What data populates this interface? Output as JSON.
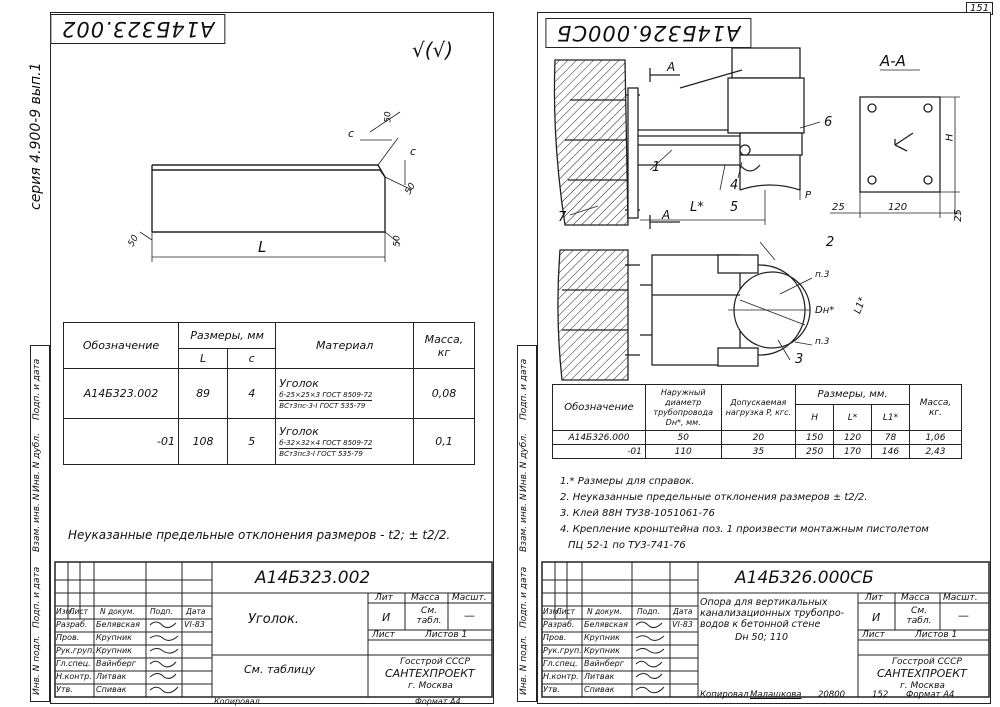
{
  "page_number": "151",
  "left": {
    "stamp_code": "А14Б323.002",
    "series_label": "серия 4.900-9 вып.1",
    "dims": {
      "c": "c",
      "L": "L",
      "fifty": "50"
    },
    "roughness": "√(√)",
    "table": {
      "headers": {
        "designation": "Обозначение",
        "sizes": "Размеры, мм",
        "L": "L",
        "c": "c",
        "material": "Материал",
        "mass": "Масса, кг"
      },
      "rows": [
        {
          "designation": "А14Б323.002",
          "L": "89",
          "c": "4",
          "mat_name": "Уголок",
          "mat_top": "б-25×25×3 ГОСТ 8509-72",
          "mat_bottom": "ВСт3пс-3-I ГОСТ 535-79",
          "mass": "0,08"
        },
        {
          "designation": "-01",
          "L": "108",
          "c": "5",
          "mat_name": "Уголок",
          "mat_top": "б-32×32×4 ГОСТ 8509-72",
          "mat_bottom": "ВСт3пс3-I ГОСТ 535-79",
          "mass": "0,1"
        }
      ]
    },
    "note": "Неуказанные предельные отклонения размеров - t2; ± t2/2.",
    "side_labels": [
      "Инв. N подл.",
      "Подп. и дата",
      "Взам. инв. N",
      "Инв. N дубл.",
      "Подп. и дата"
    ],
    "title_block": {
      "code": "А14Б323.002",
      "name": "Уголок.",
      "see_table": "См. таблицу",
      "lit": "Лит",
      "mass_h": "Масса",
      "scale_h": "Масшт.",
      "lit_val": "И",
      "mass_val": "См. табл.",
      "scale_val": "—",
      "sheet": "Лист",
      "sheets": "Листов 1",
      "org1": "Госстрой СССР",
      "org2": "САНТЕХПРОЕКТ",
      "org3": "г. Москва",
      "cols": [
        "Изм.",
        "Лист",
        "N докум.",
        "Подп.",
        "Дата"
      ],
      "roles": [
        {
          "role": "Разраб.",
          "name": "Белявская",
          "date": "VI-83"
        },
        {
          "role": "Пров.",
          "name": "Крупник",
          "date": ""
        },
        {
          "role": "Рук.груп.",
          "name": "Крупник",
          "date": ""
        },
        {
          "role": "Гл.спец.",
          "name": "Вайнберг",
          "date": ""
        },
        {
          "role": "Н.контр.",
          "name": "Литвак",
          "date": ""
        },
        {
          "role": "Утв.",
          "name": "Спивак",
          "date": ""
        }
      ],
      "copied": "Копировал",
      "format": "Формат А4"
    }
  },
  "right": {
    "stamp_code": "А14Б326.000СБ",
    "section": "А-А",
    "labels": {
      "A": "A",
      "L": "L*",
      "H": "H",
      "Dn": "Dн*",
      "L1": "L1*",
      "P": "P",
      "p3a": "п.3",
      "p3b": "п.3"
    },
    "callouts": [
      "1",
      "2",
      "3",
      "4",
      "5",
      "6",
      "7"
    ],
    "dims": {
      "d25a": "25",
      "d120": "120",
      "d25b": "25"
    },
    "table": {
      "headers": {
        "designation": "Обозначение",
        "diameter": "Наружный диаметр трубопровода Dн*, мм.",
        "load": "Допускаемая нагрузка P, кгс.",
        "sizes": "Размеры, мм.",
        "H": "H",
        "L": "L*",
        "L1": "L1*",
        "mass": "Масса, кг."
      },
      "rows": [
        {
          "designation": "А14Б326.000",
          "diameter": "50",
          "load": "20",
          "H": "150",
          "L": "120",
          "L1": "78",
          "mass": "1,06"
        },
        {
          "designation": "-01",
          "diameter": "110",
          "load": "35",
          "H": "250",
          "L": "170",
          "L1": "146",
          "mass": "2,43"
        }
      ]
    },
    "notes": [
      "1.* Размеры для справок.",
      "2. Неуказанные предельные отклонения размеров ± t2/2.",
      "3. Клей 88Н ТУ38-1051061-76",
      "4. Крепление кронштейна поз. 1 произвести монтажным пистолетом",
      "ПЦ 52-1 по ТУ3-741-76"
    ],
    "side_labels": [
      "Инв. N подл.",
      "Подп. и дата",
      "Взам. инв. N",
      "Инв. N дубл.",
      "Подп. и дата"
    ],
    "title_block": {
      "code": "А14Б326.000СБ",
      "name1": "Опора для вертикальных",
      "name2": "канализационных трубопро-",
      "name3": "водов к бетонной стене",
      "name4": "Dн 50; 110",
      "lit": "Лит",
      "mass_h": "Масса",
      "scale_h": "Масшт.",
      "lit_val": "И",
      "mass_val": "См. табл.",
      "scale_val": "—",
      "sheet": "Лист",
      "sheets": "Листов 1",
      "org1": "Госстрой СССР",
      "org2": "САНТЕХПРОЕКТ",
      "org3": "г. Москва",
      "cols": [
        "Изм.",
        "Лист",
        "N докум.",
        "Подп.",
        "Дата"
      ],
      "roles": [
        {
          "role": "Разраб.",
          "name": "Белявская",
          "date": "VI-83"
        },
        {
          "role": "Пров.",
          "name": "Крупник",
          "date": ""
        },
        {
          "role": "Рук.груп.",
          "name": "Крупник",
          "date": ""
        },
        {
          "role": "Гл.спец.",
          "name": "Вайнберг",
          "date": ""
        },
        {
          "role": "Н.контр.",
          "name": "Литвак",
          "date": ""
        },
        {
          "role": "Утв.",
          "name": "Спивак",
          "date": ""
        }
      ],
      "copied": "Копировал",
      "copier": "Малашкова",
      "order": "20800",
      "page": "152",
      "format": "Формат А4"
    }
  }
}
